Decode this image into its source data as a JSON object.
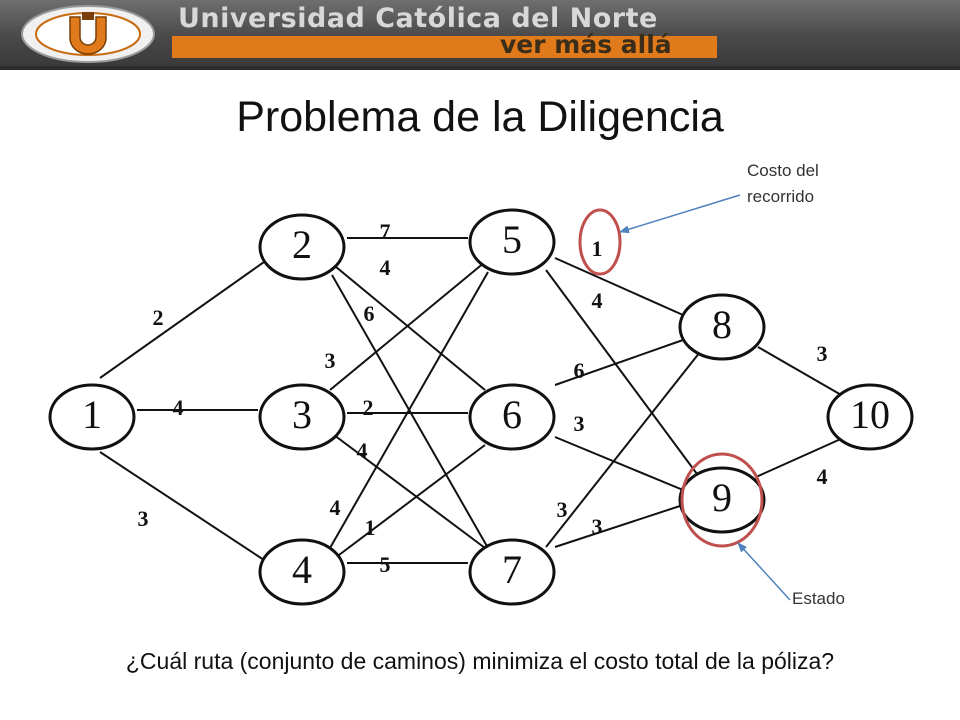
{
  "header": {
    "university_name": "Universidad Católica del Norte",
    "tagline": "ver más allá"
  },
  "title": "Problema de la Diligencia",
  "annotations": {
    "cost_note": "Costo del recorrido",
    "state_note": "Estado"
  },
  "question": "¿Cuál ruta (conjunto de caminos) minimiza el costo total de la póliza?",
  "graph": {
    "nodes": [
      "1",
      "2",
      "3",
      "4",
      "5",
      "6",
      "7",
      "8",
      "9",
      "10"
    ],
    "edges": [
      {
        "from": "1",
        "to": "2",
        "cost": "2"
      },
      {
        "from": "1",
        "to": "3",
        "cost": "4"
      },
      {
        "from": "1",
        "to": "4",
        "cost": "3"
      },
      {
        "from": "2",
        "to": "5",
        "cost": "7"
      },
      {
        "from": "2",
        "to": "6",
        "cost": "4"
      },
      {
        "from": "2",
        "to": "7",
        "cost": "6"
      },
      {
        "from": "3",
        "to": "5",
        "cost": "3"
      },
      {
        "from": "3",
        "to": "6",
        "cost": "2"
      },
      {
        "from": "3",
        "to": "7",
        "cost": "4"
      },
      {
        "from": "4",
        "to": "5",
        "cost": "4"
      },
      {
        "from": "4",
        "to": "6",
        "cost": "1"
      },
      {
        "from": "4",
        "to": "7",
        "cost": "5"
      },
      {
        "from": "5",
        "to": "8",
        "cost": "1"
      },
      {
        "from": "5",
        "to": "9",
        "cost": "4"
      },
      {
        "from": "6",
        "to": "8",
        "cost": "6"
      },
      {
        "from": "6",
        "to": "9",
        "cost": "3"
      },
      {
        "from": "7",
        "to": "8",
        "cost": "3"
      },
      {
        "from": "7",
        "to": "9",
        "cost": "3"
      },
      {
        "from": "8",
        "to": "10",
        "cost": "3"
      },
      {
        "from": "9",
        "to": "10",
        "cost": "4"
      }
    ]
  },
  "colors": {
    "highlight": "#c0504d",
    "pointer": "#4f81bd",
    "brand_orange": "#e07a1a",
    "header_gray": "#555555"
  }
}
